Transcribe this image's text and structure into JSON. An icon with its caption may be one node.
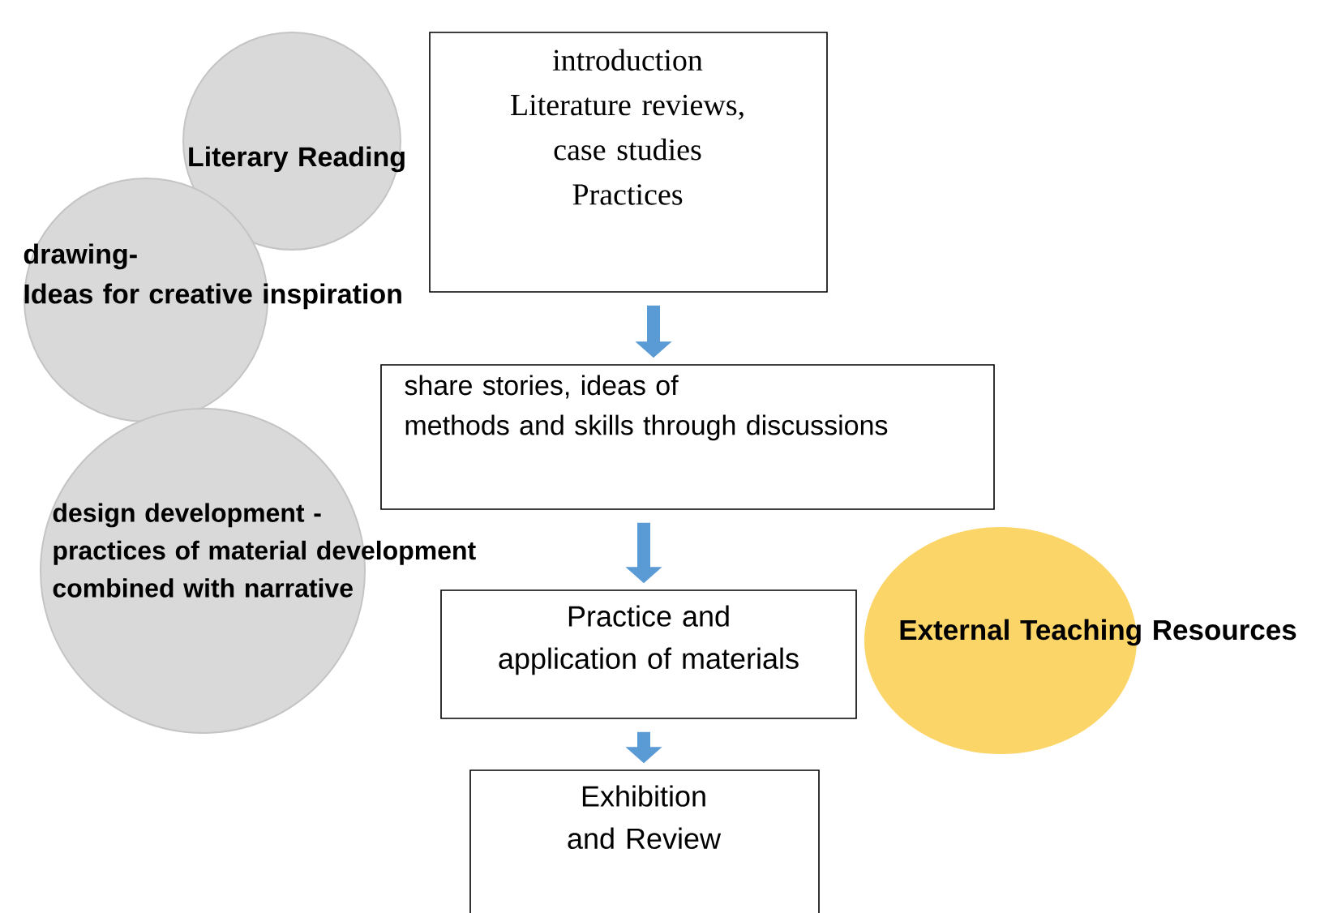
{
  "diagram": {
    "nodes": [
      {
        "text": [
          "Literary Reading"
        ]
      },
      {
        "text": [
          "introduction",
          "Literature reviews, case studies",
          "Practices"
        ]
      },
      {
        "text": [
          "drawing-",
          "Ideas for creative inspiration"
        ]
      },
      {
        "text": [
          "share stories, ideas of",
          "methods and skills through discussions"
        ]
      },
      {
        "text": [
          "design development -",
          "practices of material development combined with narrative"
        ]
      },
      {
        "text": [
          "Practice and application of materials"
        ]
      },
      {
        "text": [
          "External Teaching Resources"
        ]
      },
      {
        "text": [
          "Exhibition and Review"
        ]
      }
    ],
    "edges": [
      {
        "from": 1,
        "to": 3,
        "arrow": "to"
      },
      {
        "from": 3,
        "to": 5,
        "arrow": "to"
      },
      {
        "from": 5,
        "to": 7,
        "arrow": "to"
      }
    ]
  }
}
